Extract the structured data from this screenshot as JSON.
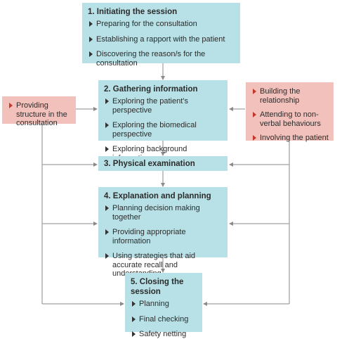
{
  "boxes": {
    "initiating": {
      "title": "1. Initiating the session",
      "items": [
        "Preparing for the consultation",
        "Establishing a rapport with the patient",
        "Discovering the reason/s for the consultation"
      ]
    },
    "gathering": {
      "title": "2. Gathering information",
      "items": [
        "Exploring the patient’s perspective",
        "Exploring the biomedical perspective",
        "Exploring background information"
      ]
    },
    "physical": {
      "title": "3. Physical examination"
    },
    "explanation": {
      "title": "4. Explanation and planning",
      "items": [
        "Planning decision making together",
        "Providing appropriate information",
        "Using strategies that aid accurate recall and understanding"
      ]
    },
    "closing": {
      "title": "5. Closing the session",
      "items": [
        "Planning",
        "Final checking",
        "Safety netting"
      ]
    },
    "structure": {
      "items": [
        "Providing structure in the consultation"
      ]
    },
    "relationship": {
      "items": [
        "Building the relationship",
        "Attending to non-verbal behaviours",
        "Involving the patient"
      ]
    }
  },
  "colors": {
    "stage_box": "#b7e1e6",
    "side_box": "#f3c1bb",
    "connector": "#8a8a8a"
  }
}
